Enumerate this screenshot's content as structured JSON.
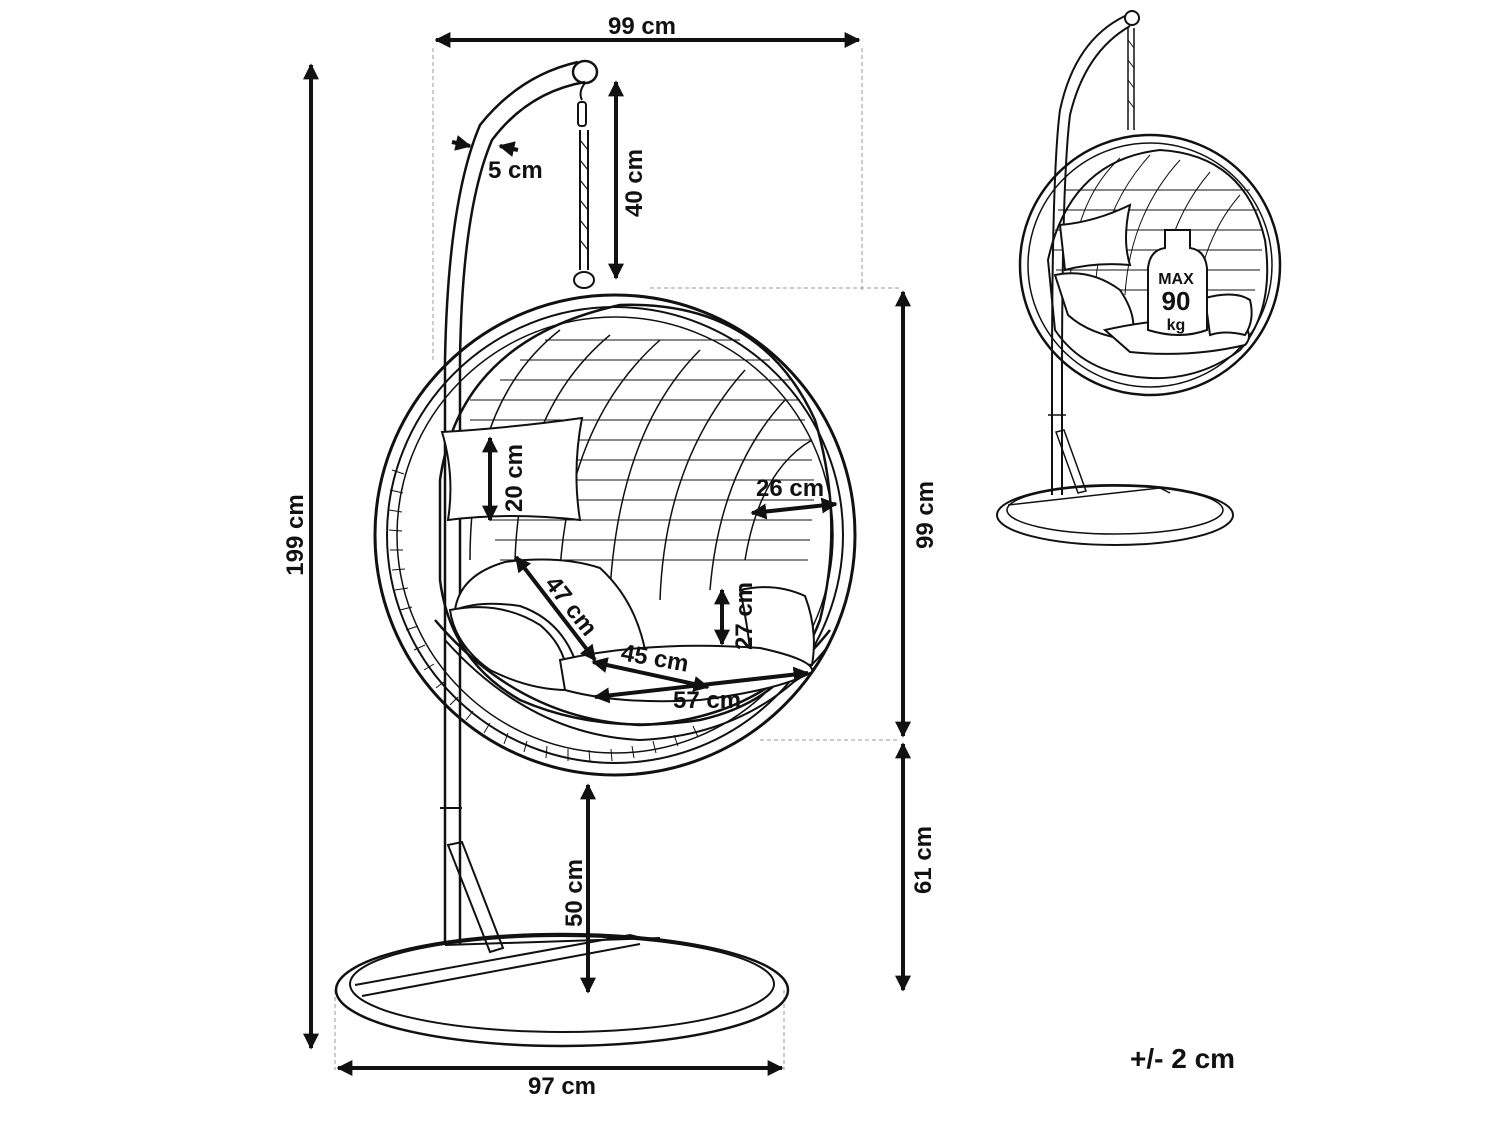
{
  "dimensions": {
    "overall_width": "99 cm",
    "overall_height": "199 cm",
    "base_width": "97 cm",
    "pole_diameter": "5 cm",
    "chain_length": "40 cm",
    "back_cushion_height": "20 cm",
    "opening_depth": "26 cm",
    "seat_diagonal": "47 cm",
    "side_cushion_height": "27 cm",
    "seat_depth": "45 cm",
    "seat_width": "57 cm",
    "chair_height": "99 cm",
    "seat_clearance": "61 cm",
    "base_to_chair": "50 cm"
  },
  "load": {
    "label": "MAX",
    "value": "90",
    "unit": "kg"
  },
  "tolerance": "+/- 2 cm"
}
